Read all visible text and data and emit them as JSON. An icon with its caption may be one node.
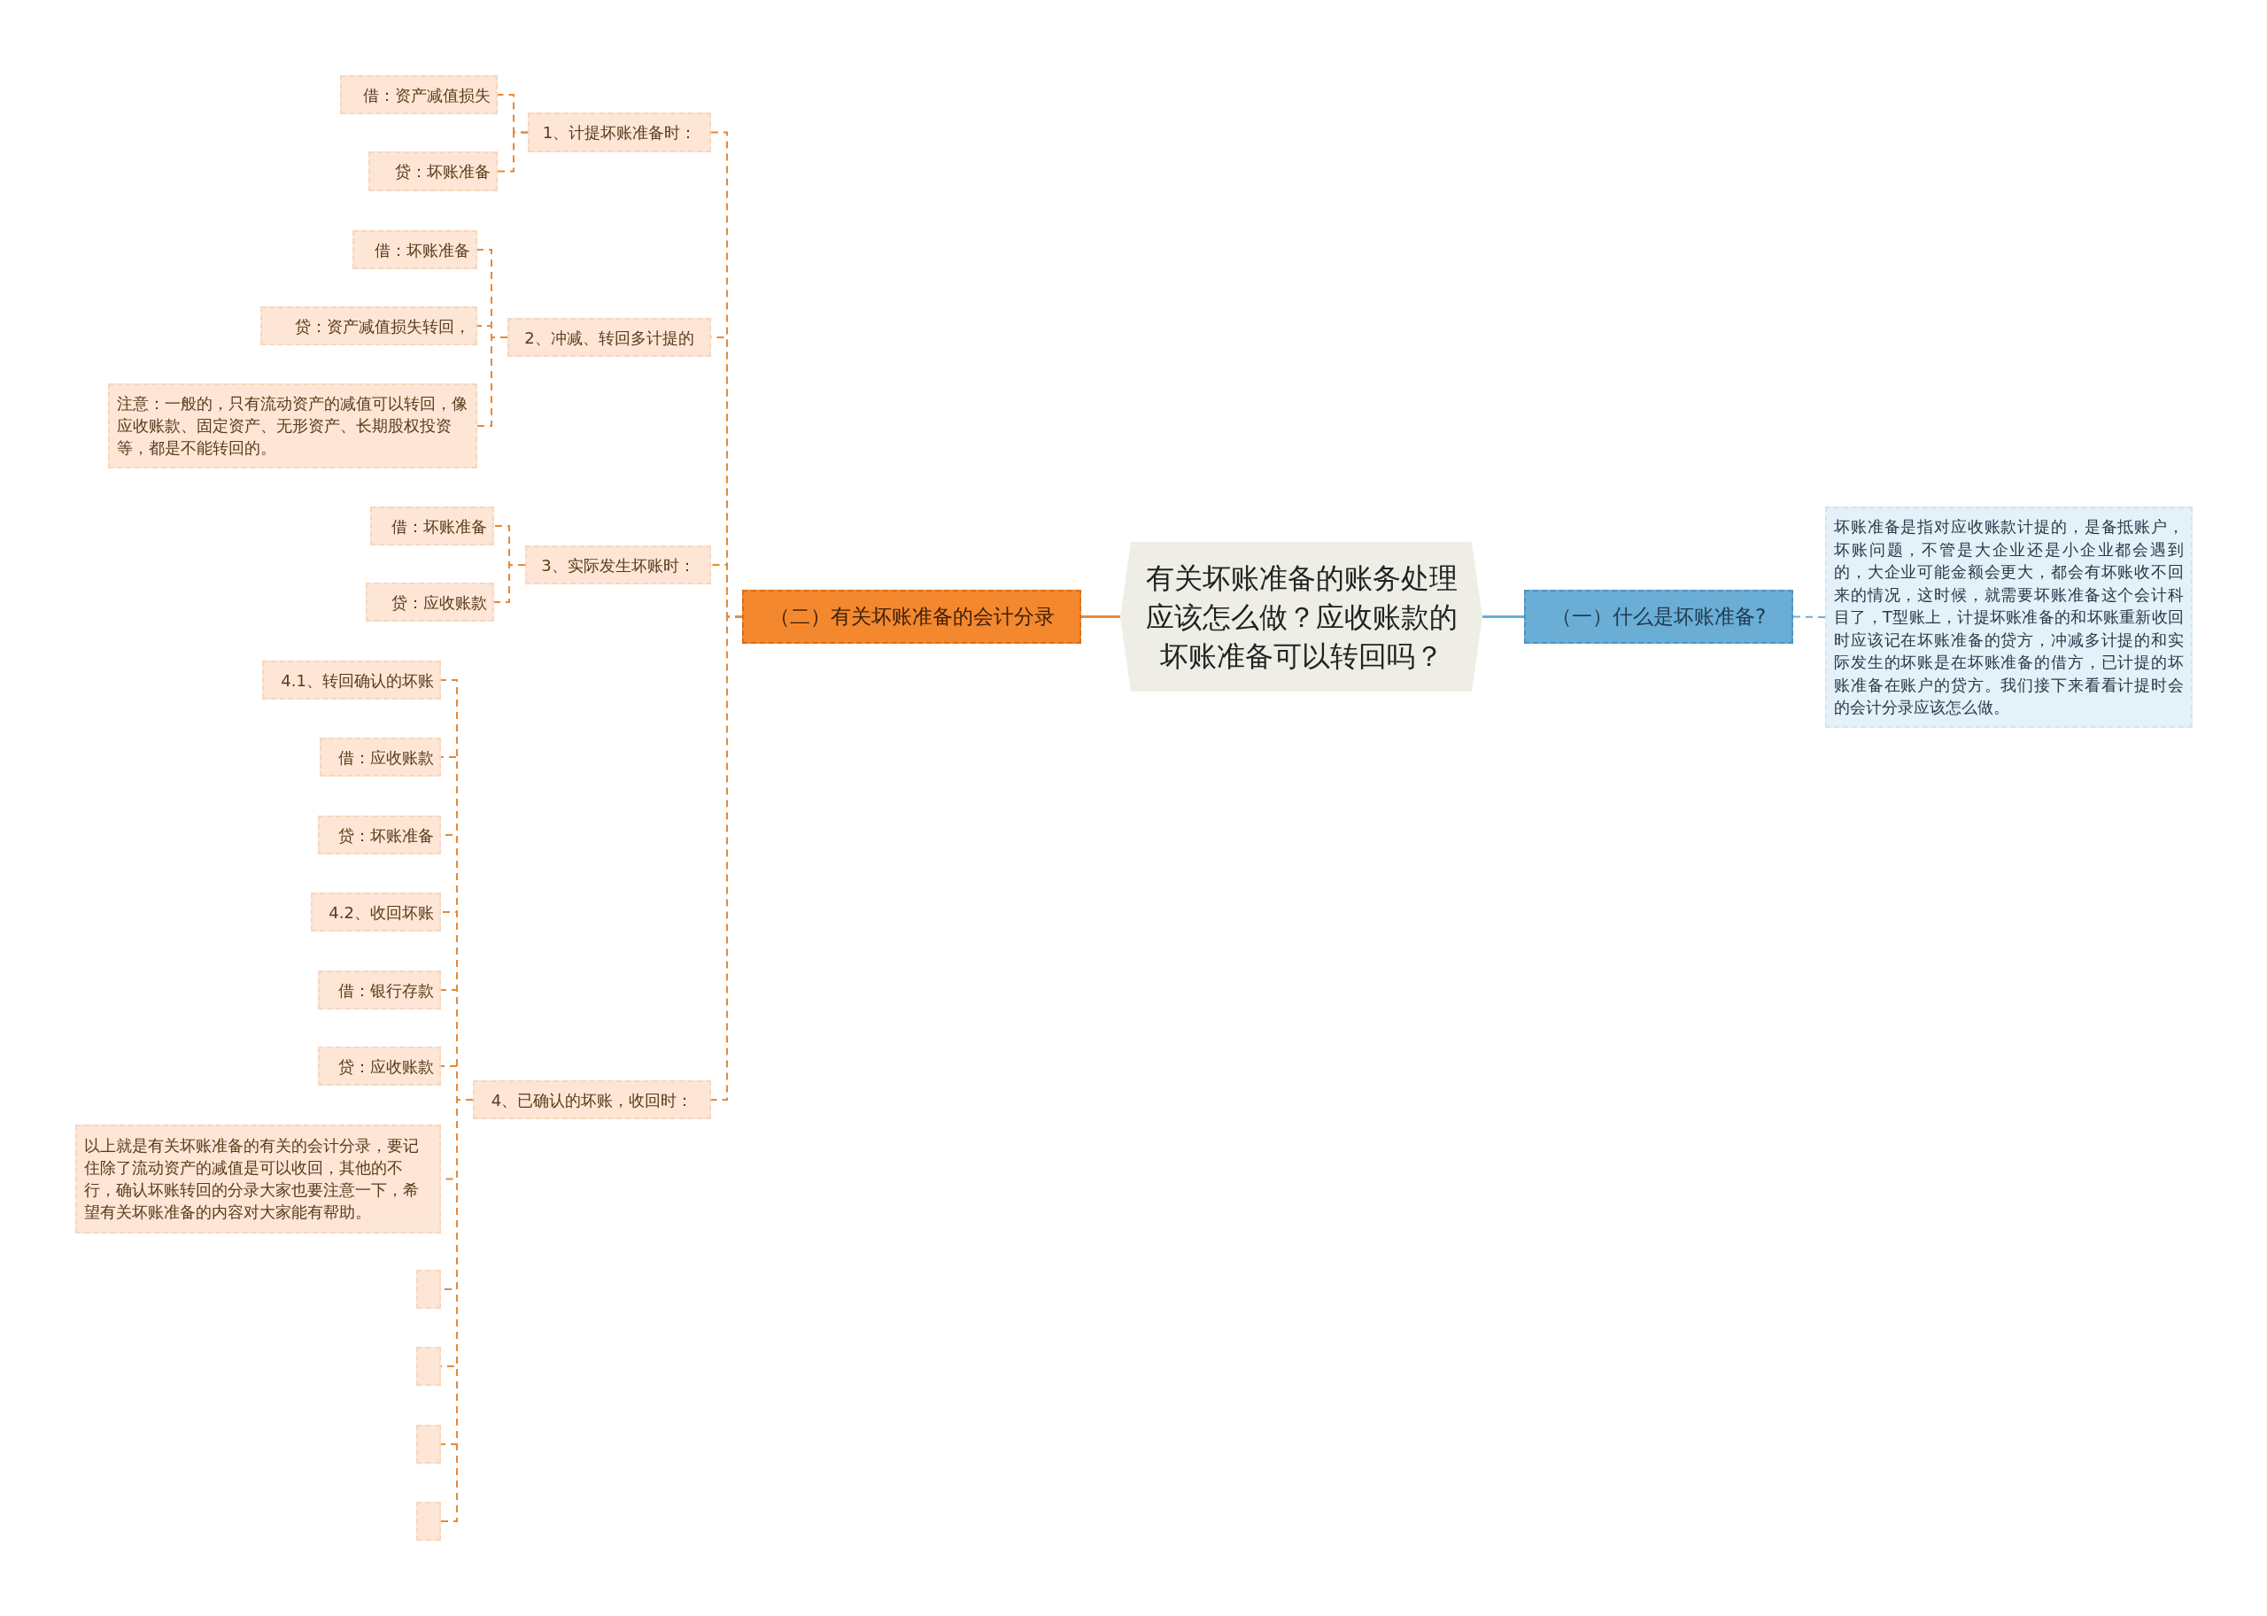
{
  "diagram": {
    "nodes": [
      {
        "text": [
          "有关坏账准备的账务处理应该怎么做？应收账款的坏账准备可以转回吗？"
        ]
      },
      {
        "text": [
          "（一）什么是坏账准备?"
        ]
      },
      {
        "text": [
          "坏账准备是指对应收账款计提的，是备抵账户，坏账问题，不管是大企业还是小企业都会遇到的，大企业可能金额会更大，都会有坏账收不回来的情况，这时候，就需要坏账准备这个会计科目了，T型账上，计提坏账准备的和坏账重新收回时应该记在坏账准备的贷方，冲减多计提的和实际发生的坏账是在坏账准备的借方，已计提的坏账准备在账户的贷方。我们接下来看看计提时会的会计分录应该怎么做。"
        ]
      },
      {
        "text": [
          "（二）有关坏账准备的会计分录"
        ]
      },
      {
        "text": [
          "1、计提坏账准备时："
        ]
      },
      {
        "text": [
          "借：资产减值损失"
        ]
      },
      {
        "text": [
          "贷：坏账准备"
        ]
      },
      {
        "text": [
          "2、冲减、转回多计提的"
        ]
      },
      {
        "text": [
          "借：坏账准备"
        ]
      },
      {
        "text": [
          "贷：资产减值损失转回，"
        ]
      },
      {
        "text": [
          "注意：一般的，只有流动资产的减值可以转回，像应收账款、固定资产、无形资产、长期股权投资等，都是不能转回的。"
        ]
      },
      {
        "text": [
          "3、实际发生坏账时："
        ]
      },
      {
        "text": [
          "借：坏账准备"
        ]
      },
      {
        "text": [
          "贷：应收账款"
        ]
      },
      {
        "text": [
          "4、已确认的坏账，收回时："
        ]
      },
      {
        "text": [
          "4.1、转回确认的坏账"
        ]
      },
      {
        "text": [
          "借：应收账款"
        ]
      },
      {
        "text": [
          "贷：坏账准备"
        ]
      },
      {
        "text": [
          "4.2、收回坏账"
        ]
      },
      {
        "text": [
          "借：银行存款"
        ]
      },
      {
        "text": [
          "贷：应收账款"
        ]
      },
      {
        "text": [
          "以上就是有关坏账准备的有关的会计分录，要记住除了流动资产的减值是可以收回，其他的不行，确认坏账转回的分录大家也要注意一下，希望有关坏账准备的内容对大家能有帮助。"
        ]
      },
      {
        "text": [],
        "shape": "box"
      },
      {
        "text": [],
        "shape": "box"
      },
      {
        "text": [],
        "shape": "box"
      },
      {
        "text": [],
        "shape": "box"
      }
    ],
    "edges": [
      {
        "from": 0,
        "to": 1,
        "arrow": "none",
        "color": "#6aaed6"
      },
      {
        "from": 1,
        "to": 2,
        "arrow": "none",
        "style": "dashed",
        "color": "#6aaed6"
      },
      {
        "from": 0,
        "to": 3,
        "arrow": "none"
      },
      {
        "from": 3,
        "to": 4,
        "arrow": "none",
        "style": "dashed"
      },
      {
        "from": 3,
        "to": 7,
        "arrow": "none",
        "style": "dashed"
      },
      {
        "from": 3,
        "to": 11,
        "arrow": "none",
        "style": "dashed"
      },
      {
        "from": 3,
        "to": 14,
        "arrow": "none",
        "style": "dashed"
      },
      {
        "from": 4,
        "to": 5,
        "arrow": "none",
        "style": "dashed"
      },
      {
        "from": 4,
        "to": 6,
        "arrow": "none",
        "style": "dashed"
      },
      {
        "from": 7,
        "to": 8,
        "arrow": "none",
        "style": "dashed"
      },
      {
        "from": 7,
        "to": 9,
        "arrow": "none",
        "style": "dashed"
      },
      {
        "from": 7,
        "to": 10,
        "arrow": "none",
        "style": "dashed"
      },
      {
        "from": 11,
        "to": 12,
        "arrow": "none",
        "style": "dashed"
      },
      {
        "from": 11,
        "to": 13,
        "arrow": "none",
        "style": "dashed"
      },
      {
        "from": 14,
        "to": 15,
        "arrow": "none",
        "style": "dashed"
      },
      {
        "from": 14,
        "to": 16,
        "arrow": "none",
        "style": "dashed"
      },
      {
        "from": 14,
        "to": 17,
        "arrow": "none",
        "style": "dashed"
      },
      {
        "from": 14,
        "to": 18,
        "arrow": "none",
        "style": "dashed"
      },
      {
        "from": 14,
        "to": 19,
        "arrow": "none",
        "style": "dashed"
      },
      {
        "from": 14,
        "to": 20,
        "arrow": "none",
        "style": "dashed"
      },
      {
        "from": 14,
        "to": 21,
        "arrow": "none",
        "style": "dashed"
      },
      {
        "from": 14,
        "to": 22,
        "arrow": "none",
        "style": "dashed"
      },
      {
        "from": 14,
        "to": 23,
        "arrow": "none",
        "style": "dashed"
      },
      {
        "from": 14,
        "to": 24,
        "arrow": "none",
        "style": "dashed"
      },
      {
        "from": 14,
        "to": 25,
        "arrow": "none",
        "style": "dashed"
      }
    ]
  }
}
